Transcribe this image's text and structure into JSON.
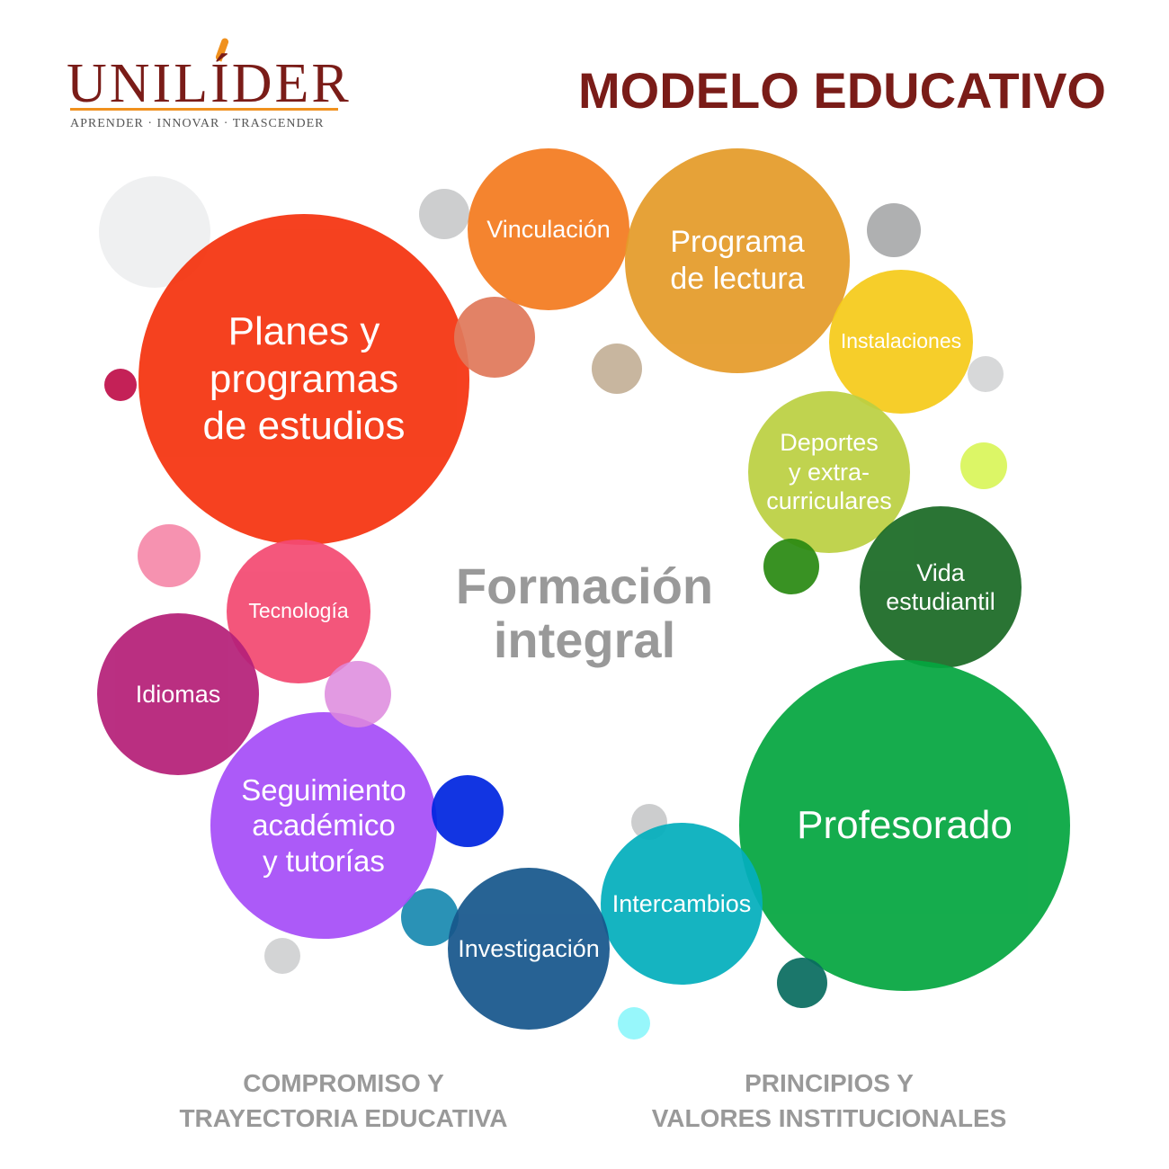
{
  "logo": {
    "name": "UNILÍDER",
    "tagline": "APRENDER · INNOVAR · TRASCENDER",
    "colors": {
      "primary": "#7a1c18",
      "accent": "#f0911e"
    }
  },
  "title": "MODELO EDUCATIVO",
  "center": "Formación\nintegral",
  "bubbles": {
    "planes": "Planes y\nprogramas\nde estudios",
    "vinculacion": "Vinculación",
    "lectura": "Programa\nde lectura",
    "instalaciones": "Instalaciones",
    "deportes": "Deportes\ny extra-\ncurriculares",
    "vida": "Vida\nestudiantil",
    "profesorado": "Profesorado",
    "intercambios": "Intercambios",
    "investigacion": "Investigación",
    "seguimiento": "Seguimiento\nacadémico\ny tutorías",
    "idiomas": "Idiomas",
    "tecnologia": "Tecnología"
  },
  "footer": {
    "left": "COMPROMISO Y\nTRAYECTORIA EDUCATIVA",
    "right": "PRINCIPIOS Y\nVALORES INSTITUCIONALES"
  }
}
